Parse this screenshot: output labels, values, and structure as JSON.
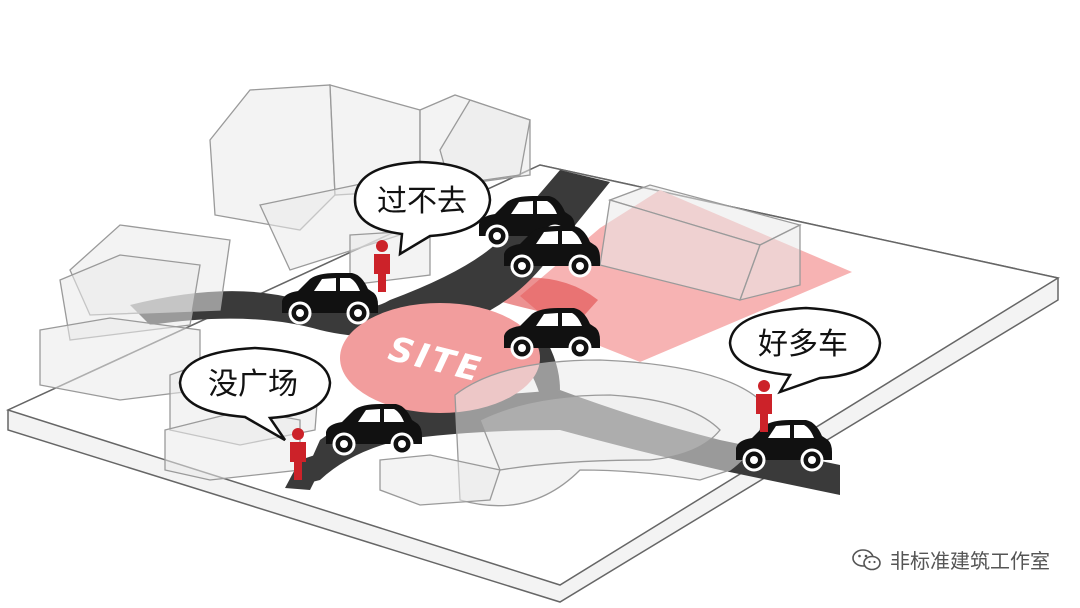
{
  "site_label": "SITE",
  "bubbles": [
    {
      "text": "过不去"
    },
    {
      "text": "没广场"
    },
    {
      "text": "好多车"
    }
  ],
  "watermark": {
    "text": "非标准建筑工作室",
    "icon": "wechat-icon"
  },
  "colors": {
    "site_fill": "#f29d9d",
    "road": "#3a3a3a",
    "person": "#cc2229",
    "car": "#111111",
    "building_stroke": "#9a9a9a"
  }
}
